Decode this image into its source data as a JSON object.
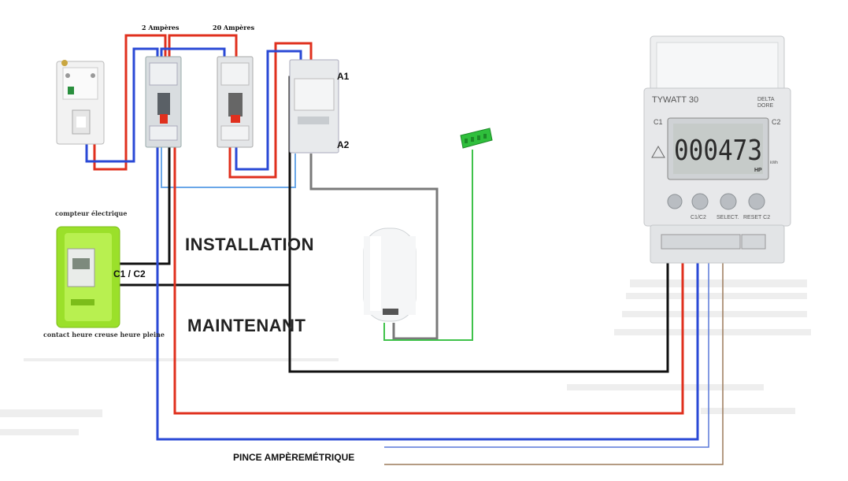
{
  "breakers": {
    "label_2a": "2 Ampères",
    "label_20a": "20 Ampères"
  },
  "contactor": {
    "terminal_a1": "A1",
    "terminal_a2": "A2"
  },
  "meter_utility": {
    "title": "compteur électrique",
    "caption": "contact heure creuse heure pleine",
    "c1c2": "C1 / C2"
  },
  "overlay": {
    "line1": "INSTALLATION",
    "line2": "MAINTENANT"
  },
  "tywatt": {
    "model": "TYWATT 30",
    "brand_line1": "DELTA",
    "brand_line2": "DORE",
    "c1": "C1",
    "c2": "C2",
    "reading": "000473",
    "unit": "kWh",
    "tariff": "HP",
    "button1": "C1/C2",
    "button2": "SELECT.",
    "button3": "RESET C2"
  },
  "clamp": {
    "label": "PINCE AMPÈREMÉTRIQUE"
  },
  "colors": {
    "red_wire": "#e0301e",
    "blue_wire": "#2a49d6",
    "black_wire": "#111111",
    "grey_wire": "#7a7a7a",
    "green_wire": "#3fc24a",
    "lightblue_wire": "#6aa7e8",
    "meter_green": "#9be02a"
  }
}
